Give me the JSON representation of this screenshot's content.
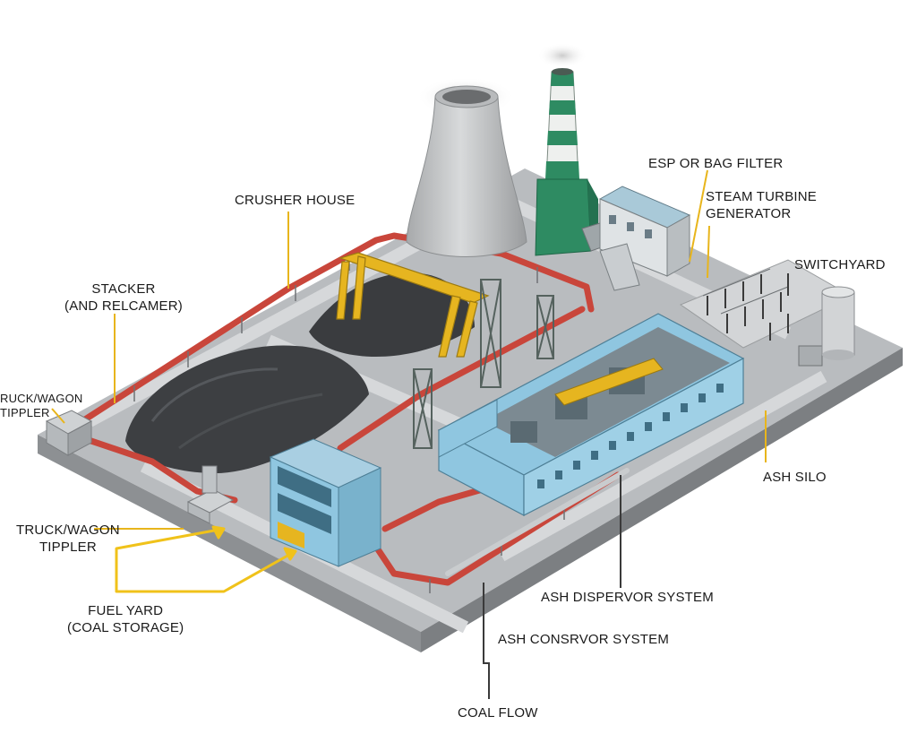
{
  "diagram": {
    "labels": {
      "crusher_house": "CRUSHER HOUSE",
      "stacker": [
        "STACKER",
        "(AND RELCAMER)"
      ],
      "truck_wagon_tippler_top": [
        "RUCK/WAGON",
        "TIPPLER"
      ],
      "truck_wagon_tippler_bottom": [
        "TRUCK/WAGON",
        "TIPPLER"
      ],
      "fuel_yard": [
        "FUEL YARD",
        "(COAL STORAGE)"
      ],
      "esp_bag_filter": "ESP OR BAG FILTER",
      "steam_turbine_generator": [
        "STEAM TURBINE",
        "GENERATOR"
      ],
      "switchyard": "SWITCHYARD",
      "ash_silo": "ASH SILO",
      "ash_dispervor_system": "ASH DISPERVOR SYSTEM",
      "ash_conservor_system": "ASH CONSRVOR SYSTEM",
      "coal_flow": "COAL FLOW"
    },
    "colors": {
      "base": "#b9bcbf",
      "road": "#d2d4d6",
      "coal": "#3d3f42",
      "conveyor": "#c9463b",
      "building": "#8fc6e0",
      "chimney_green": "#2e8b62",
      "gantry": "#e6b520",
      "leader": "#e8b51c",
      "cooling_tower": "#c4c6c8"
    }
  }
}
